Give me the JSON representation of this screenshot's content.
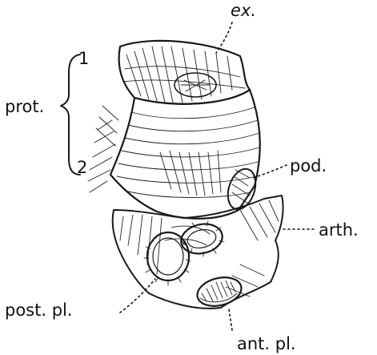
{
  "labels": {
    "ex": "ex.",
    "prot": "prot.",
    "prot_1": "1",
    "prot_2": "2",
    "pod": "pod.",
    "arth": "arth.",
    "post_pl": "post. pl.",
    "ant_pl": "ant. pl."
  },
  "colors": {
    "ink": "#1a1a1a",
    "paper": "#ffffff"
  }
}
